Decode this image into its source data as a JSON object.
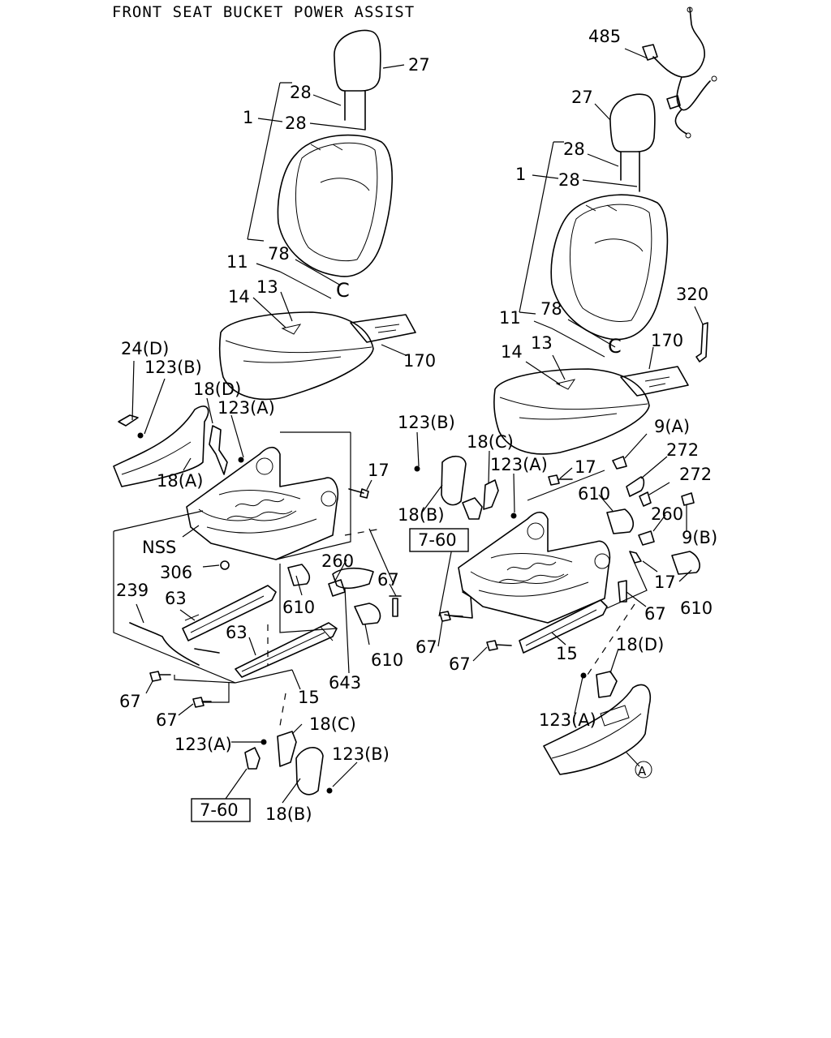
{
  "title": "FRONT SEAT BUCKET POWER ASSIST",
  "labels": {
    "L27": "27",
    "L28a": "28",
    "L28b": "28",
    "L1": "1",
    "L78": "78",
    "L11": "11",
    "LC": "C",
    "L14": "14",
    "L13": "13",
    "L170": "170",
    "L24D": "24(D)",
    "L123B_left": "123(B)",
    "L18D_left": "18(D)",
    "L123A_left": "123(A)",
    "L18A": "18(A)",
    "L17_left": "17",
    "LNSS": "NSS",
    "L306": "306",
    "L260_left": "260",
    "L67_mid": "67",
    "L239": "239",
    "L63a": "63",
    "L63b": "63",
    "L610a": "610",
    "L610b": "610",
    "L643": "643",
    "L67_lt1": "67",
    "L67_lt2": "67",
    "L15_left": "15",
    "L18C_low": "18(C)",
    "L123A_low": "123(A)",
    "L123B_low": "123(B)",
    "L760_left": "7-60",
    "L18B_low": "18(B)",
    "R485": "485",
    "R27": "27",
    "R28a": "28",
    "R28b": "28",
    "R1": "1",
    "R320": "320",
    "R11": "11",
    "R78": "78",
    "RC": "C",
    "R170": "170",
    "R14": "14",
    "R13": "13",
    "R123B": "123(B)",
    "R18C": "18(C)",
    "R123A": "123(A)",
    "R17a": "17",
    "R9A": "9(A)",
    "R272a": "272",
    "R272b": "272",
    "R610a": "610",
    "R260": "260",
    "R9B": "9(B)",
    "R18B": "18(B)",
    "R760": "7-60",
    "R17b": "17",
    "R67a": "67",
    "R610b": "610",
    "R67b": "67",
    "R67c": "67",
    "R15": "15",
    "R18D": "18(D)",
    "R123A_low": "123(A)",
    "RA": "A"
  }
}
